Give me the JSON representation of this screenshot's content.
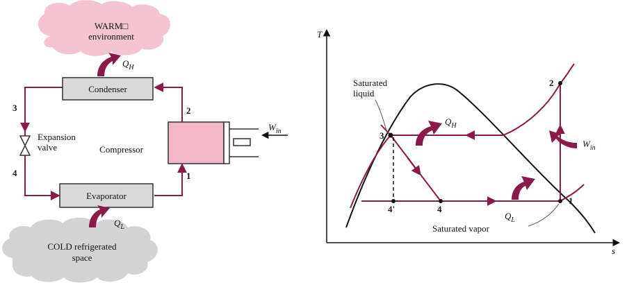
{
  "left_diagram": {
    "warm_label_line1": "WARM□",
    "warm_label_line2": "environment",
    "cold_label_line1": "COLD refrigerated",
    "cold_label_line2": "space",
    "condenser_label": "Condenser",
    "evaporator_label": "Evaporator",
    "compressor_label": "Compressor",
    "expansion_label_line1": "Expansion",
    "expansion_label_line2": "valve",
    "qh_main": "Q",
    "qh_sub": "H",
    "ql_main": "Q",
    "ql_sub": "L",
    "win_main": "W",
    "win_sub": "in",
    "state_1": "1",
    "state_2": "2",
    "state_3": "3",
    "state_4": "4",
    "colors": {
      "warm_cloud": "#f5c4d2",
      "cold_cloud": "#d3d3d3",
      "compressor_fill": "#f2b8c8",
      "box_fill": "#d9d9d9",
      "flow": "#8b1a4a"
    }
  },
  "ts_diagram": {
    "axis_t": "T",
    "axis_s": "s",
    "sat_liquid_line1": "Saturated",
    "sat_liquid_line2": "liquid",
    "sat_vapor": "Saturated vapor",
    "qh_main": "Q",
    "qh_sub": "H",
    "ql_main": "Q",
    "ql_sub": "L",
    "win_main": "W",
    "win_sub": "in",
    "point_1": "1",
    "point_2": "2",
    "point_3": "3",
    "point_4": "4",
    "point_4p": "4'"
  }
}
